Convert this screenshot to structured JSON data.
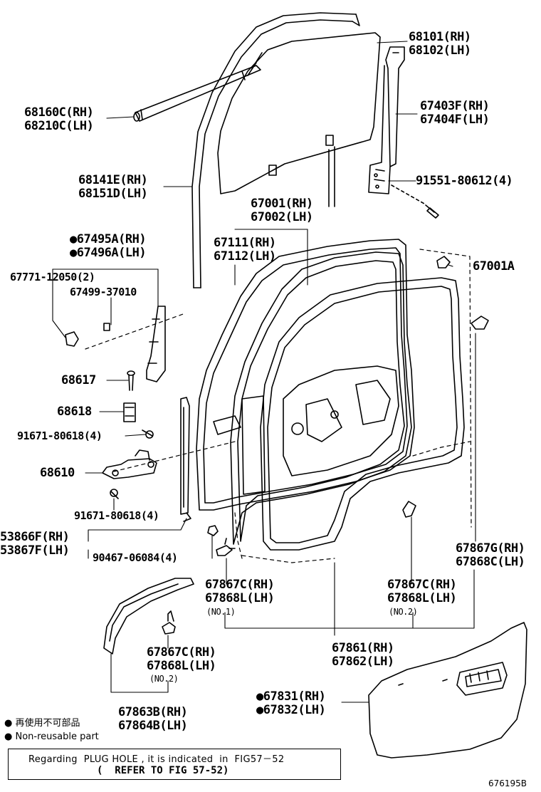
{
  "labels": {
    "run_68101": "68101(RH)",
    "run_68102": "68102(LH)",
    "weatherstrip_68160c": "68160C(RH)",
    "weatherstrip_68210c": "68210C(LH)",
    "channel_67403f": "67403F(RH)",
    "channel_67404f": "67404F(LH)",
    "run_68141e": "68141E(RH)",
    "run_68151d": "68151D(LH)",
    "bolt_91551": "91551-80612(4)",
    "panel_67001": "67001(RH)",
    "panel_67002": "67002(LH)",
    "frame_67111": "67111(RH)",
    "frame_67112": "67112(LH)",
    "plug_67001a": "67001A",
    "handle_67495a": "●67495A(RH)",
    "handle_67496a": "●67496A(LH)",
    "screw_67771": "67771-12050(2)",
    "clip_67499": "67499-37010",
    "pin_68617": "68617",
    "hinge_68618": "68618",
    "bolt_91671_a": "91671-80618(4)",
    "check_68610": "68610",
    "bolt_91671_b": "91671-80618(4)",
    "seal_53866f": "53866F(RH)",
    "seal_53867f": "53867F(LH)",
    "clip_90467": "90467-06084(4)",
    "clip_67867g": "67867G(RH)",
    "clip_67868c": "67868C(LH)",
    "clip_67867c_1a": "67867C(RH)",
    "clip_67868l_1a": "67868L(LH)",
    "no1": "(NO.1)",
    "clip_67867c_2a": "67867C(RH)",
    "clip_67868l_2a": "67868L(LH)",
    "no2_a": "(NO.2)",
    "clip_67867c_2b": "67867C(RH)",
    "clip_67868l_2b": "67868L(LH)",
    "no2_b": "(NO.2)",
    "strip_67861": "67861(RH)",
    "strip_67862": "67862(LH)",
    "trim_67831": "●67831(RH)",
    "trim_67832": "●67832(LH)",
    "strip_67863b": "67863B(RH)",
    "strip_67864b": "67864B(LH)"
  },
  "legend": {
    "jp": "● 再使用不可部品",
    "en": "● Non-reusable part"
  },
  "note": {
    "line1": "Regarding  PLUG HOLE , it is indicated  in  FIG57－52",
    "line2": "(  REFER TO FIG 57-52)"
  },
  "figure_ref": "676195B"
}
